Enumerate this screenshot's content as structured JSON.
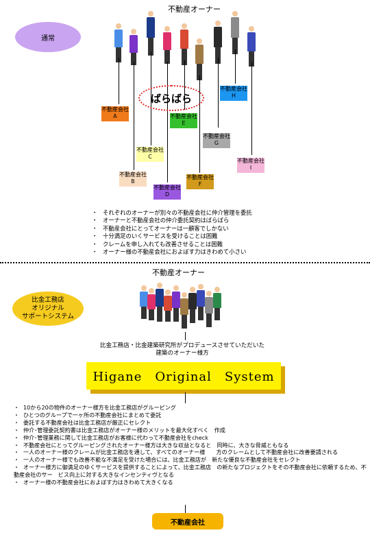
{
  "top": {
    "title": "不動産オーナー",
    "ellipse_label": "通常",
    "scattered_label": "ばらばら",
    "companies": [
      {
        "label": "不動産会社",
        "letter": "A",
        "color": "#f07a1a"
      },
      {
        "label": "不動産会社",
        "letter": "B",
        "color": "#f9dcc0"
      },
      {
        "label": "不動産会社",
        "letter": "C",
        "color": "#ffffa8"
      },
      {
        "label": "不動産会社",
        "letter": "D",
        "color": "#9a58e0"
      },
      {
        "label": "不動産会社",
        "letter": "E",
        "color": "#34c02c"
      },
      {
        "label": "不動産会社",
        "letter": "F",
        "color": "#d19a1c"
      },
      {
        "label": "不動産会社",
        "letter": "G",
        "color": "#a8a8a8"
      },
      {
        "label": "不動産会社",
        "letter": "H",
        "color": "#1c96f0"
      },
      {
        "label": "不動産会社",
        "letter": "I",
        "color": "#f4b6d8"
      }
    ],
    "bullets": [
      "それぞれのオーナーが別々の不動産会社に仲介管理を委託",
      "オーナーと不動産会社の仲介委託契約はばらばら",
      "不動産会社にとってオーナーは一顧客でしかない",
      "十分満足のいくサービスを受けることは困難",
      "クレームを申し入れても改善させることは困難",
      "オーナー様の不動産会社におよぼす力はきわめて小さい"
    ]
  },
  "bottom": {
    "title": "不動産オーナー",
    "ellipse_label": "比金工務店\nオリジナル\nサポートシステム",
    "caption_line1": "比金工務店・比金建築研究所がプロデュースさせていただいた",
    "caption_line2": "建築のオーナー様方",
    "system_name": "Higane　Original　System",
    "bullets": [
      "10から20の物件のオーナー様方を比金工務店がグルーピング",
      "ひとつのグループで一ヶ所の不動産会社にまとめて委託",
      "委託する不動産会社は比金工務店が厳正にセレクト",
      "仲介･管理委託契約書は比金工務店がオーナー様のメリットを最大化すべく　作成",
      "仲介･管理業務に関して比金工務店がお客様に代わって不動産会社をcheck",
      "不動産会社にとってグルーピングされたオーナー様方は大きな収益となると　同時に、大きな脅威ともなる",
      "一人のオーナー様のクレームが比金工務店を通して、すべてのオーナー様　　方のクレームとして不動産会社に改善要請される",
      "一人のオーナー様でも改善不能な不満足を受けた場合には、比金工務店が　新たな優良な不動産会社をセレクト",
      "オーナー様方に御満足のゆくサービスを提供することによって、比金工務店　の新たなプロジェクトをその不動産会社に依頼するため、不動産会社のサー　ビス向上に対する大きなインセンティヴとなる",
      "オーナー様の不動産会社におよぼす力はきわめて大きくなる"
    ],
    "result_box": "不動産会社"
  }
}
